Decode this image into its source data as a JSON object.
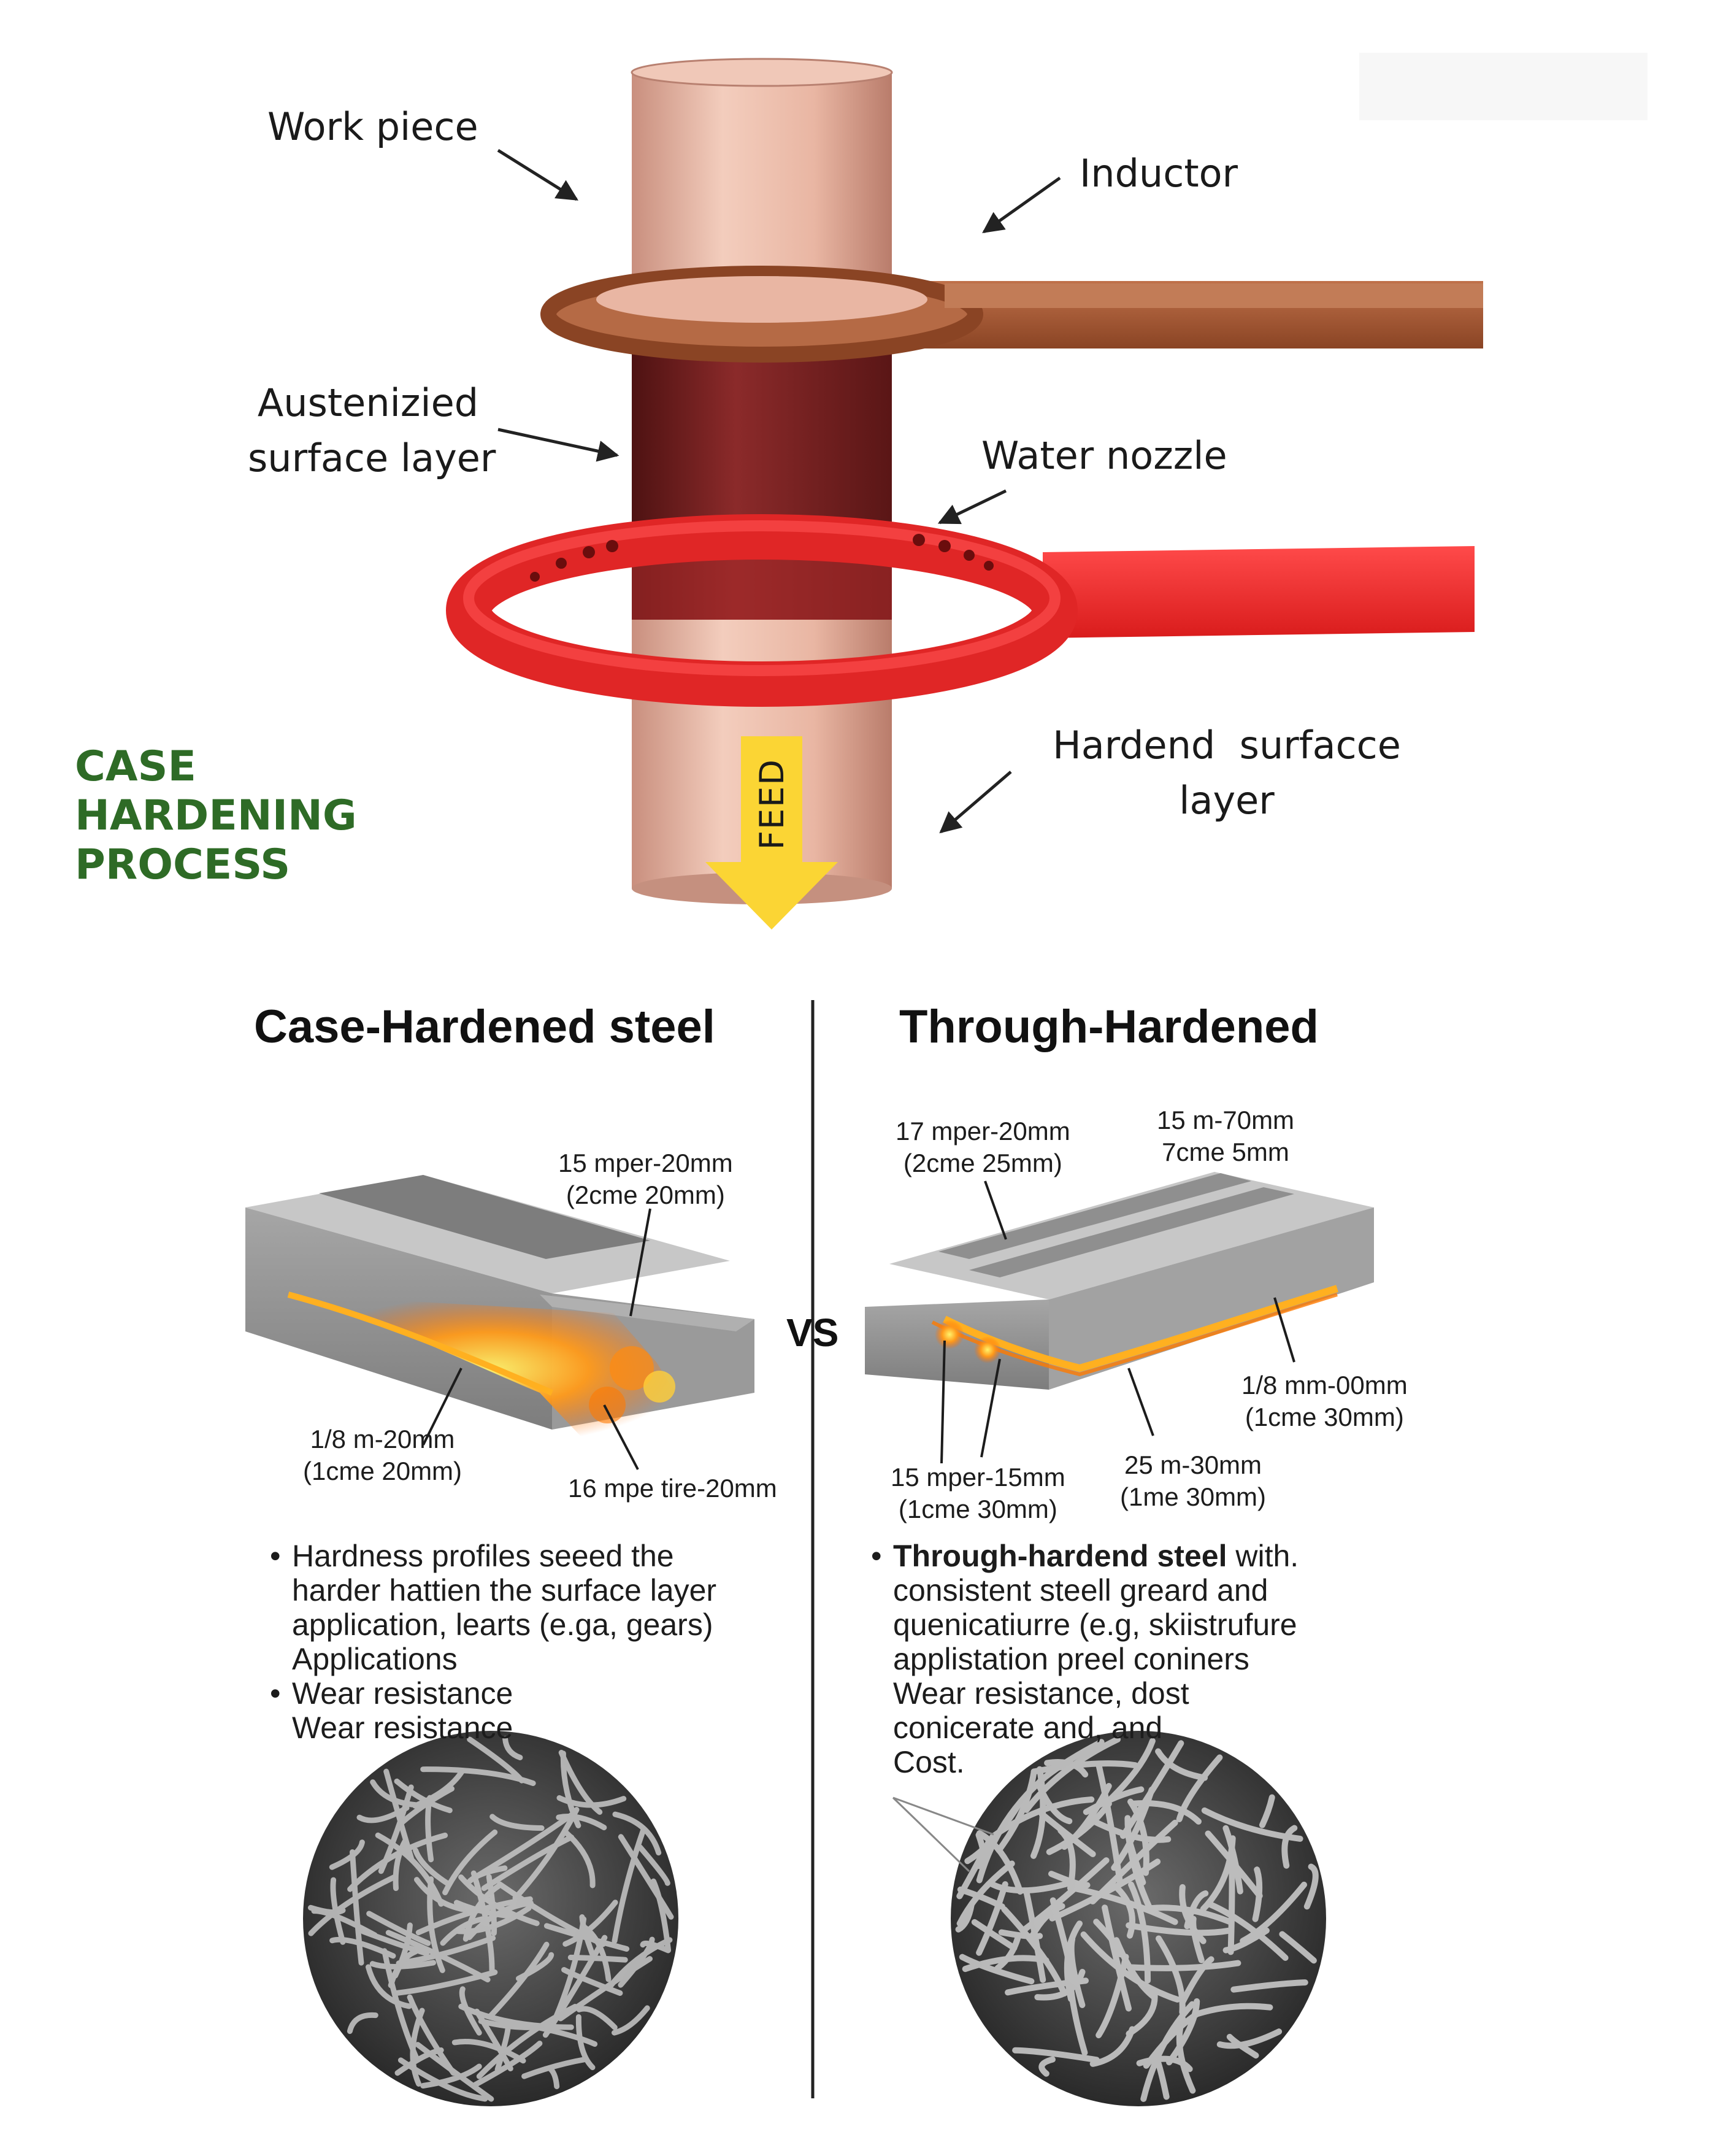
{
  "top_diagram": {
    "title_lines": [
      "CASE",
      "HARDENING",
      "PROCESS"
    ],
    "labels": {
      "work_piece": "Work piece",
      "inductor": "Inductor",
      "austenized_line1": "Austenizied",
      "austenized_line2": "surface layer",
      "water_nozzle": "Water nozzle",
      "hardened_line1": "Hardend  surfacce",
      "hardened_line2": "layer",
      "feed": "FEED"
    },
    "colors": {
      "title_green": "#2e6b26",
      "inductor_copper": "#a0522d",
      "nozzle_red": "#ee2b2b",
      "workpiece": "#e8b7a4",
      "austenized": "#7a1f1f",
      "feed_arrow": "#fbd534"
    }
  },
  "comparison": {
    "left_header": "Case-Hardened steel",
    "right_header": "Through-Hardened",
    "vs_label": "VS",
    "left_dims": {
      "top_line1": "15 mper-20mm",
      "top_line2": "(2cme 20mm)",
      "left_line1": "1/8 m-20mm",
      "left_line2": "(1cme 20mm)",
      "bottom": "16 mpe tire-20mm"
    },
    "right_dims": {
      "a_line1": "17 mper-20mm",
      "a_line2": "(2cme 25mm)",
      "b_line1": "15 m-70mm",
      "b_line2": "7cme 5mm",
      "c_line1": "1/8 mm-00mm",
      "c_line2": "(1cme 30mm)",
      "d_line1": "15 mper-15mm",
      "d_line2": "(1cme 30mm)",
      "e_line1": "25 m-30mm",
      "e_line2": "(1me 30mm)"
    },
    "left_bullets": {
      "b1_line1": "Hardness profiles seeed the",
      "b1_line2": "harder hattien the surface layer",
      "b1_line3": "application, learts (e.ga, gears)",
      "b1_line4": "Applications",
      "b2_line1": "Wear resistance",
      "b2_line2": "Wear resistance"
    },
    "right_bullets": {
      "bold_lead": "Through-hardend steel",
      "lead_rest": " with.",
      "line2": "consistent steell greard and",
      "line3": "quenicatiurre (e.g, skiistrufure",
      "line4": "applistation preel coniners",
      "line5": "Wear resistance, dost",
      "line6": "conicerate and, and",
      "line7": "Cost."
    }
  }
}
